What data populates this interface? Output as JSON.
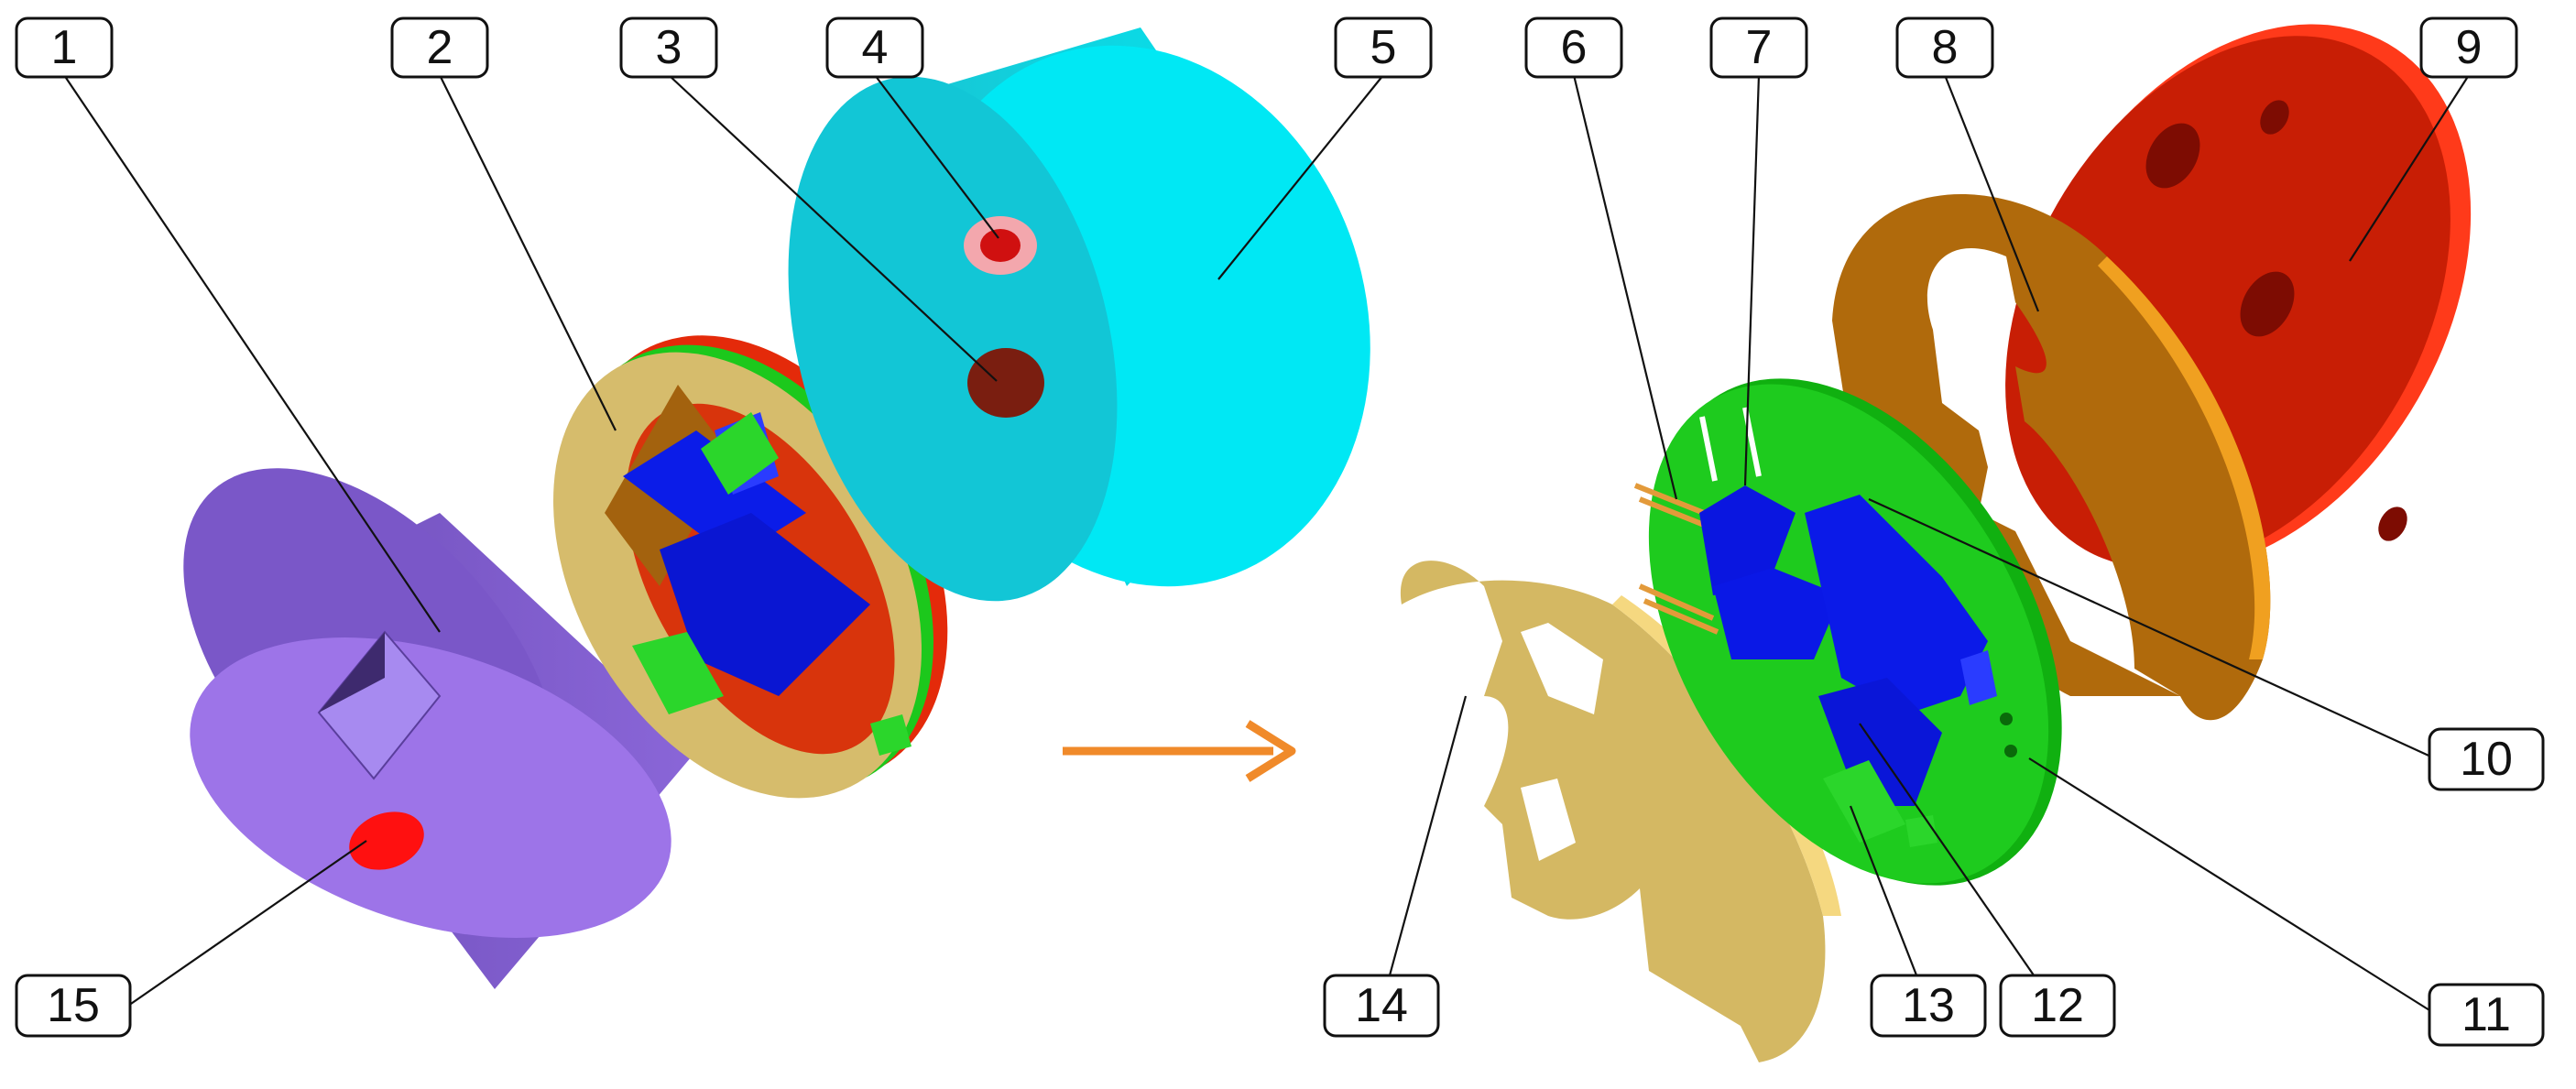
{
  "callouts": {
    "c1": "1",
    "c2": "2",
    "c3": "3",
    "c4": "4",
    "c5": "5",
    "c6": "6",
    "c7": "7",
    "c8": "8",
    "c9": "9",
    "c10": "10",
    "c11": "11",
    "c12": "12",
    "c13": "13",
    "c14": "14",
    "c15": "15"
  },
  "colors": {
    "purple_cap": "#9a70e6",
    "cyan_cap": "#10d8e8",
    "red_plate": "#c81e05",
    "brown_ring": "#b06a0c",
    "tan_ring": "#d4b863",
    "green_board": "#18c818",
    "blue_parts": "#0a18e6",
    "copper_pins": "#e39a3a",
    "arrow": "#f08a2a"
  }
}
